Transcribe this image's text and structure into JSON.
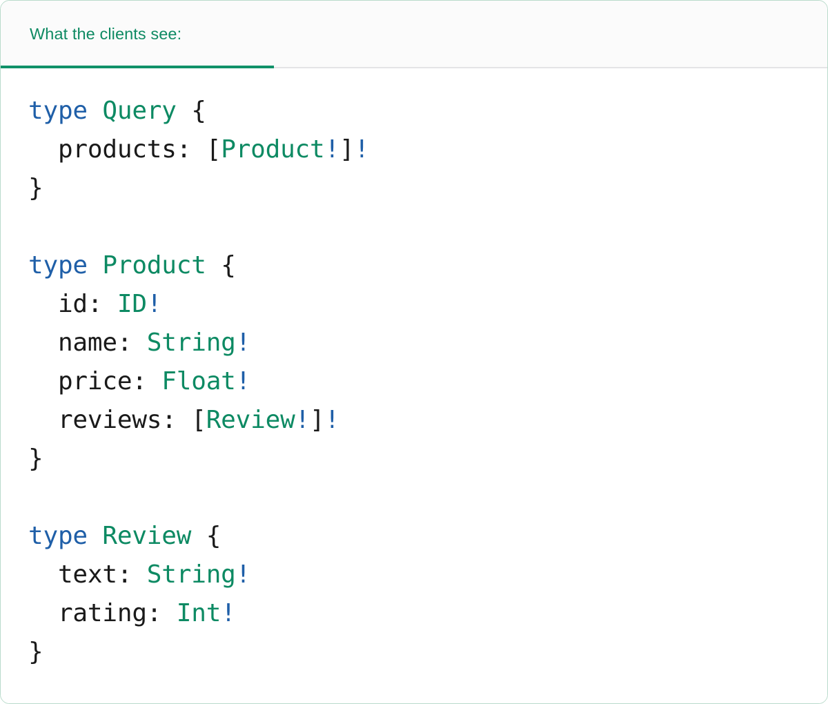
{
  "card": {
    "border_color": "#b9dbcb",
    "background": "#ffffff"
  },
  "tabs": {
    "active_index": 0,
    "items": [
      {
        "label": "What the clients see:",
        "active": true
      }
    ],
    "active_color": "#0f8a63",
    "underline_color": "#109168",
    "bar_background": "#fbfbfb",
    "divider_color": "#e4e4e6"
  },
  "code": {
    "language": "graphql",
    "colors": {
      "keyword": "#1f5fa8",
      "type_name": "#0d8a63",
      "non_null": "#1f5fa8",
      "punctuation": "#1a1a1a"
    },
    "lines": [
      {
        "indent": 0,
        "tokens": [
          {
            "t": "type",
            "c": "kw"
          },
          {
            "t": " ",
            "c": "pun"
          },
          {
            "t": "Query",
            "c": "tname"
          },
          {
            "t": " {",
            "c": "pun"
          }
        ]
      },
      {
        "indent": 1,
        "tokens": [
          {
            "t": "products: ",
            "c": "pun"
          },
          {
            "t": "[",
            "c": "pun"
          },
          {
            "t": "Product",
            "c": "tname"
          },
          {
            "t": "!",
            "c": "bang"
          },
          {
            "t": "]",
            "c": "pun"
          },
          {
            "t": "!",
            "c": "bang"
          }
        ]
      },
      {
        "indent": 0,
        "tokens": [
          {
            "t": "}",
            "c": "pun"
          }
        ]
      },
      {
        "blank": true
      },
      {
        "indent": 0,
        "tokens": [
          {
            "t": "type",
            "c": "kw"
          },
          {
            "t": " ",
            "c": "pun"
          },
          {
            "t": "Product",
            "c": "tname"
          },
          {
            "t": " {",
            "c": "pun"
          }
        ]
      },
      {
        "indent": 1,
        "tokens": [
          {
            "t": "id: ",
            "c": "pun"
          },
          {
            "t": "ID",
            "c": "tname"
          },
          {
            "t": "!",
            "c": "bang"
          }
        ]
      },
      {
        "indent": 1,
        "tokens": [
          {
            "t": "name: ",
            "c": "pun"
          },
          {
            "t": "String",
            "c": "tname"
          },
          {
            "t": "!",
            "c": "bang"
          }
        ]
      },
      {
        "indent": 1,
        "tokens": [
          {
            "t": "price: ",
            "c": "pun"
          },
          {
            "t": "Float",
            "c": "tname"
          },
          {
            "t": "!",
            "c": "bang"
          }
        ]
      },
      {
        "indent": 1,
        "tokens": [
          {
            "t": "reviews: ",
            "c": "pun"
          },
          {
            "t": "[",
            "c": "pun"
          },
          {
            "t": "Review",
            "c": "tname"
          },
          {
            "t": "!",
            "c": "bang"
          },
          {
            "t": "]",
            "c": "pun"
          },
          {
            "t": "!",
            "c": "bang"
          }
        ]
      },
      {
        "indent": 0,
        "tokens": [
          {
            "t": "}",
            "c": "pun"
          }
        ]
      },
      {
        "blank": true
      },
      {
        "indent": 0,
        "tokens": [
          {
            "t": "type",
            "c": "kw"
          },
          {
            "t": " ",
            "c": "pun"
          },
          {
            "t": "Review",
            "c": "tname"
          },
          {
            "t": " {",
            "c": "pun"
          }
        ]
      },
      {
        "indent": 1,
        "tokens": [
          {
            "t": "text: ",
            "c": "pun"
          },
          {
            "t": "String",
            "c": "tname"
          },
          {
            "t": "!",
            "c": "bang"
          }
        ]
      },
      {
        "indent": 1,
        "tokens": [
          {
            "t": "rating: ",
            "c": "pun"
          },
          {
            "t": "Int",
            "c": "tname"
          },
          {
            "t": "!",
            "c": "bang"
          }
        ]
      },
      {
        "indent": 0,
        "tokens": [
          {
            "t": "}",
            "c": "pun"
          }
        ]
      }
    ]
  }
}
